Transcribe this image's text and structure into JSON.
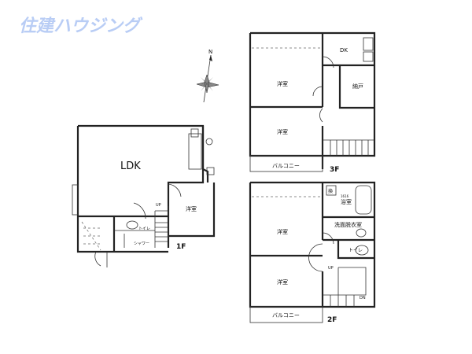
{
  "logo": {
    "text": "住建ハウジング",
    "color": "#b9cdf5"
  },
  "compass": {
    "north_label": "N",
    "icon": "compass-rose-icon"
  },
  "floor1": {
    "label": "1F",
    "rooms": {
      "ldk": "LDK",
      "western": "洋室",
      "toilet": "トイレ",
      "shower": "シャワー"
    },
    "stair": "UP"
  },
  "floor2": {
    "label": "2F",
    "rooms": {
      "western_top": "洋室",
      "western_bottom": "洋室",
      "bath": "浴室",
      "washroom": "洗面脱衣室",
      "toilet": "トイレ",
      "balcony": "バルコニー",
      "vent": "換"
    },
    "bath_size": "1616",
    "stair_up": "UP",
    "stair_down": "DN"
  },
  "floor3": {
    "label": "3F",
    "rooms": {
      "western_top": "洋室",
      "western_bottom": "洋室",
      "dk": "DK",
      "storage": "納戸",
      "balcony": "バルコニー"
    }
  }
}
